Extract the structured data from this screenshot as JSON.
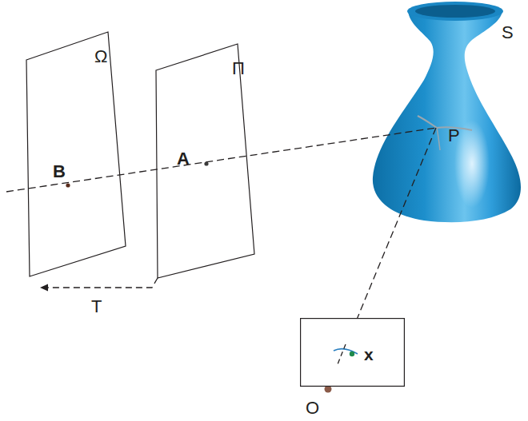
{
  "diagram": {
    "nodes": [
      {
        "text": [
          "Ω"
        ]
      },
      {
        "text": [
          "Π"
        ]
      },
      {
        "text": [
          "x"
        ]
      }
    ],
    "edges": [
      {
        "from": 1,
        "to": 0,
        "arrow": "to",
        "label": "T"
      }
    ],
    "labels": [
      "B",
      "A",
      "P",
      "S",
      "O"
    ]
  }
}
